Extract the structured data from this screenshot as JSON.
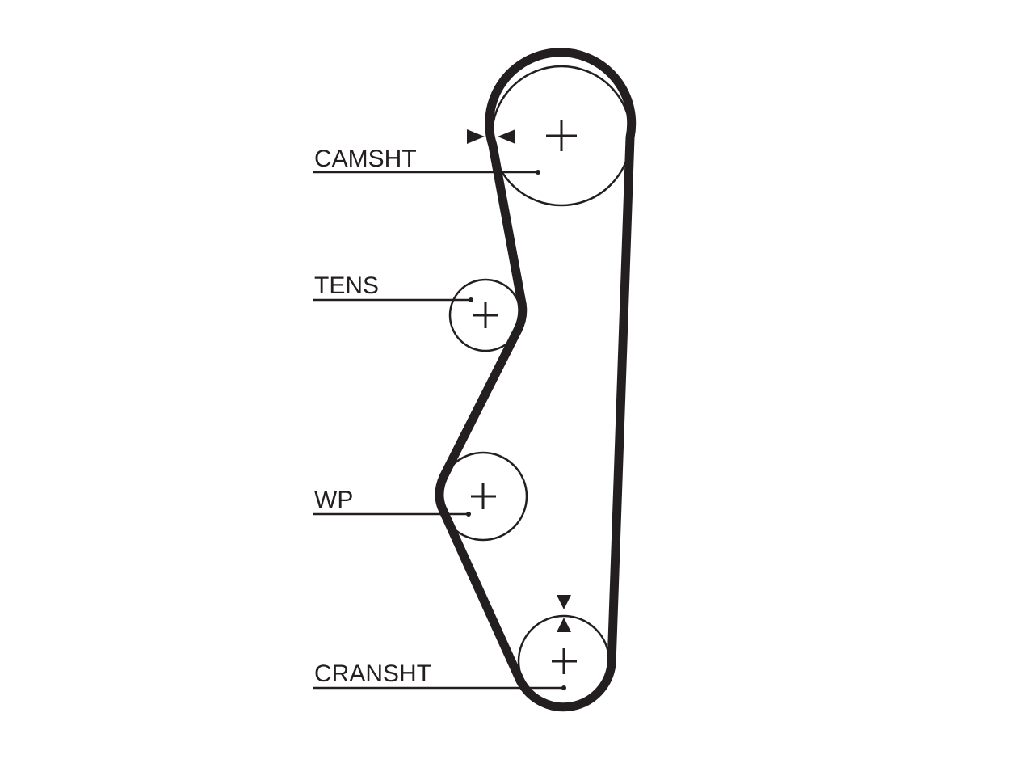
{
  "diagram": {
    "labels": {
      "camshaft": "CAMSHT",
      "tensioner": "TENS",
      "water_pump": "WP",
      "crankshaft": "CRANSHT"
    },
    "colors": {
      "ink": "#231f20",
      "background": "#ffffff"
    }
  }
}
